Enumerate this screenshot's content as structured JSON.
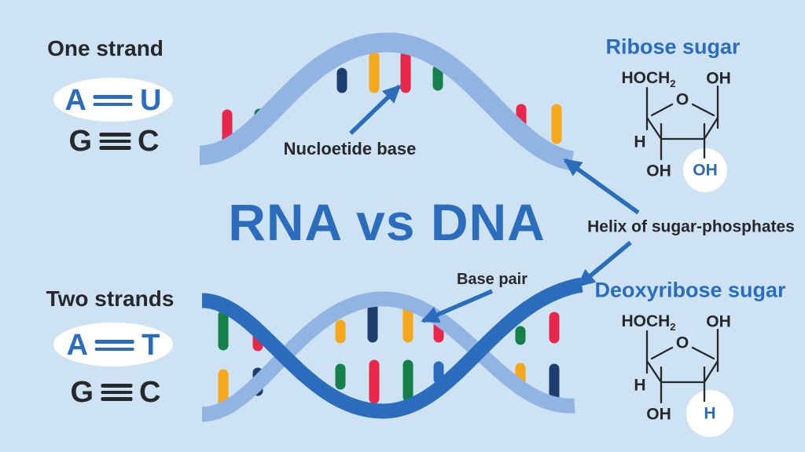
{
  "colors": {
    "background": "#cde3f4",
    "blue": "#2b6cbd",
    "light_blue": "#92b4e3",
    "red": "#e8274b",
    "green": "#15804a",
    "navy": "#1d3d6e",
    "orange": "#f6a81c",
    "ink": "#26282c",
    "white": "#ffffff"
  },
  "title": "RNA vs DNA",
  "rna_panel": {
    "heading": "One strand",
    "pair_au": {
      "left": "A",
      "right": "U"
    },
    "pair_gc": {
      "left": "G",
      "right": "C"
    }
  },
  "dna_panel": {
    "heading": "Two strands",
    "pair_at": {
      "left": "A",
      "right": "T"
    },
    "pair_gc": {
      "left": "G",
      "right": "C"
    }
  },
  "annotations": {
    "nucleotide_base": "Nucloetide base",
    "base_pair": "Base pair",
    "helix": "Helix of sugar-phosphates"
  },
  "ribose": {
    "title": "Ribose sugar",
    "group_main": "HOCH",
    "group_sub": "2",
    "top_right": "OH",
    "ring_oxygen": "O",
    "left_h": "H",
    "bottom_left": "OH",
    "highlighted": "OH"
  },
  "deoxyribose": {
    "title": "Deoxyribose sugar",
    "group_main": "HOCH",
    "group_sub": "2",
    "top_right": "OH",
    "ring_oxygen": "O",
    "left_h": "H",
    "bottom_left": "OH",
    "highlighted": "H"
  }
}
